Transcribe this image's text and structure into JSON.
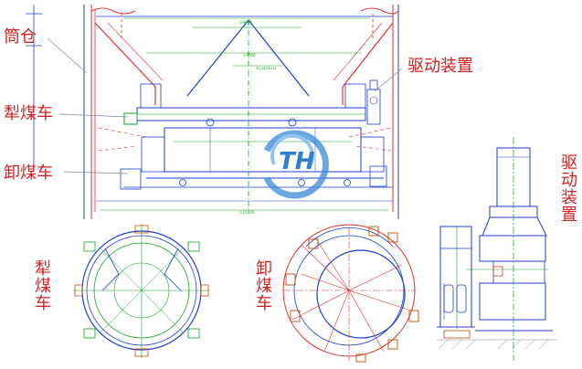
{
  "labels": {
    "silo": "筒仓",
    "plough_tripper": "犁煤车",
    "unloader": "卸煤车",
    "drive_unit": "驱动装置",
    "side_drive_unit": "驱动装置",
    "plan_plough_tripper": "犁煤车",
    "plan_unloader": "卸煤车"
  },
  "logo": {
    "text": "TH"
  },
  "colors": {
    "label_red": "#d42020",
    "outline_blue": "#1a3fd0",
    "centerline_green": "#10a020",
    "section_red": "#e03030",
    "logo_blue": "#3a8ad8"
  }
}
